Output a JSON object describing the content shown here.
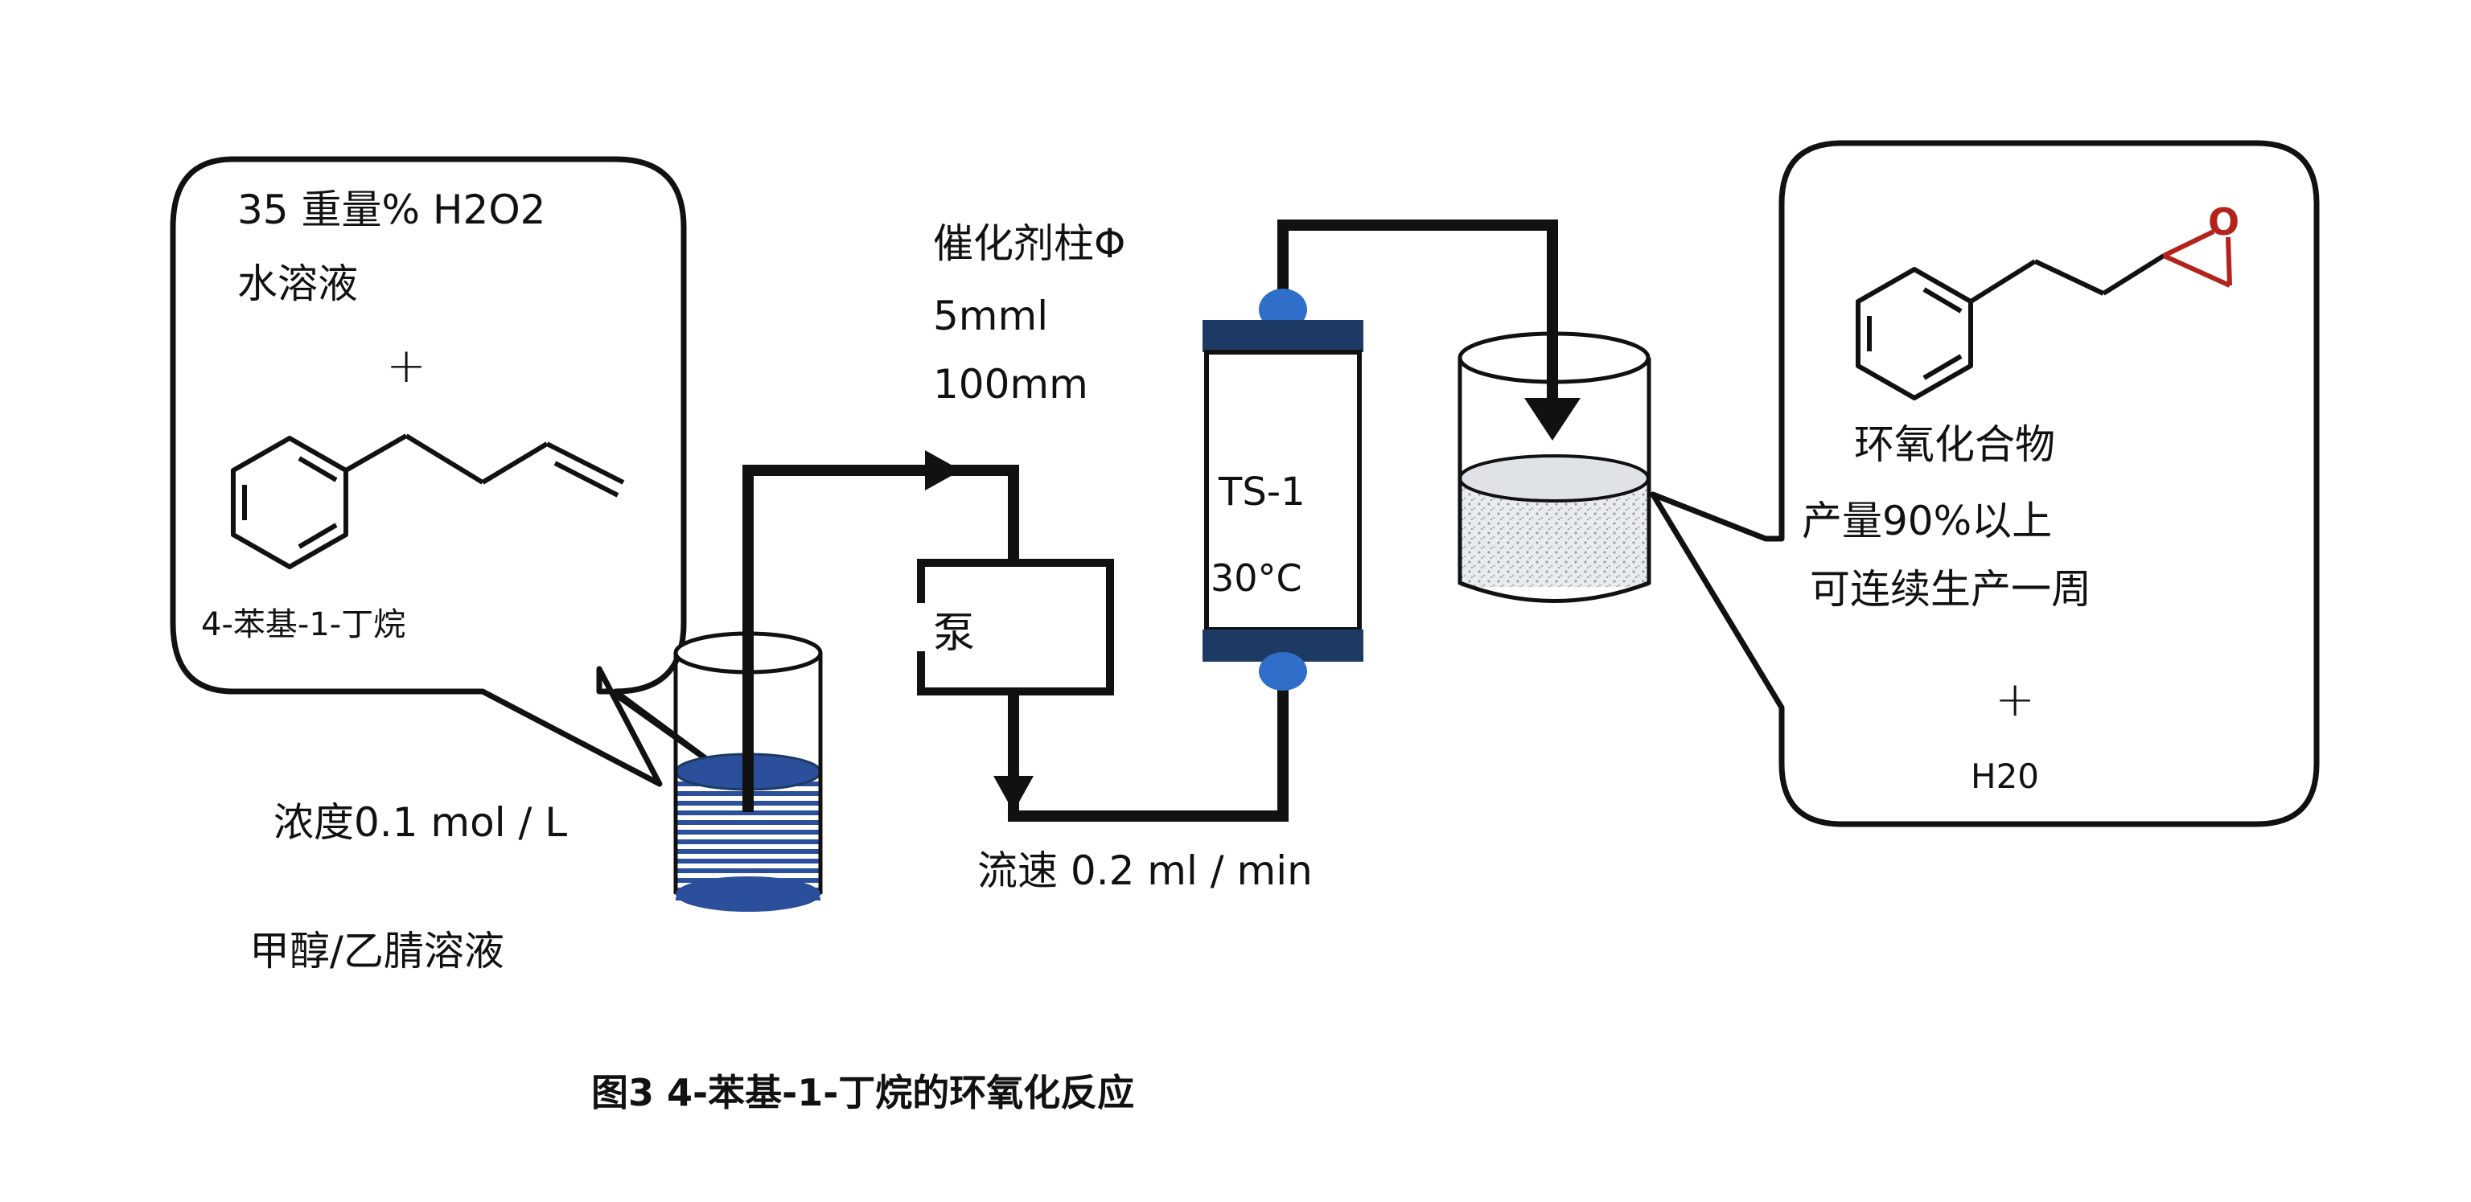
{
  "reactant_box": {
    "line1": "35 重量% H2O2",
    "line2": "水溶液",
    "plus": "+",
    "compound_name": "4-苯基-1-丁烷"
  },
  "feed": {
    "concentration": "浓度0.1 mol / L",
    "solvent": "甲醇/乙腈溶液"
  },
  "column": {
    "line1": "催化剂柱Φ",
    "line2": "5mml",
    "line3": "100mm",
    "catalyst": "TS-1",
    "temperature": "30°C"
  },
  "pump": {
    "label": "泵"
  },
  "flow": {
    "label": "流速 0.2 ml / min"
  },
  "product_box": {
    "name": "环氧化合物",
    "yield": "产量90%以上",
    "continuous": "可连续生产一周",
    "plus": "+",
    "byproduct": "H20",
    "epoxide_atom": "O"
  },
  "caption": "图3 4-苯基-1-丁烷的环氧化反应",
  "colors": {
    "line": "#111111",
    "column_cap": "#1c3a63",
    "column_knob": "#2f6fc9",
    "liquid_stripe": "#2b4f9a",
    "epoxide_red": "#b3231c",
    "product_liquid": "#cfd4da"
  }
}
